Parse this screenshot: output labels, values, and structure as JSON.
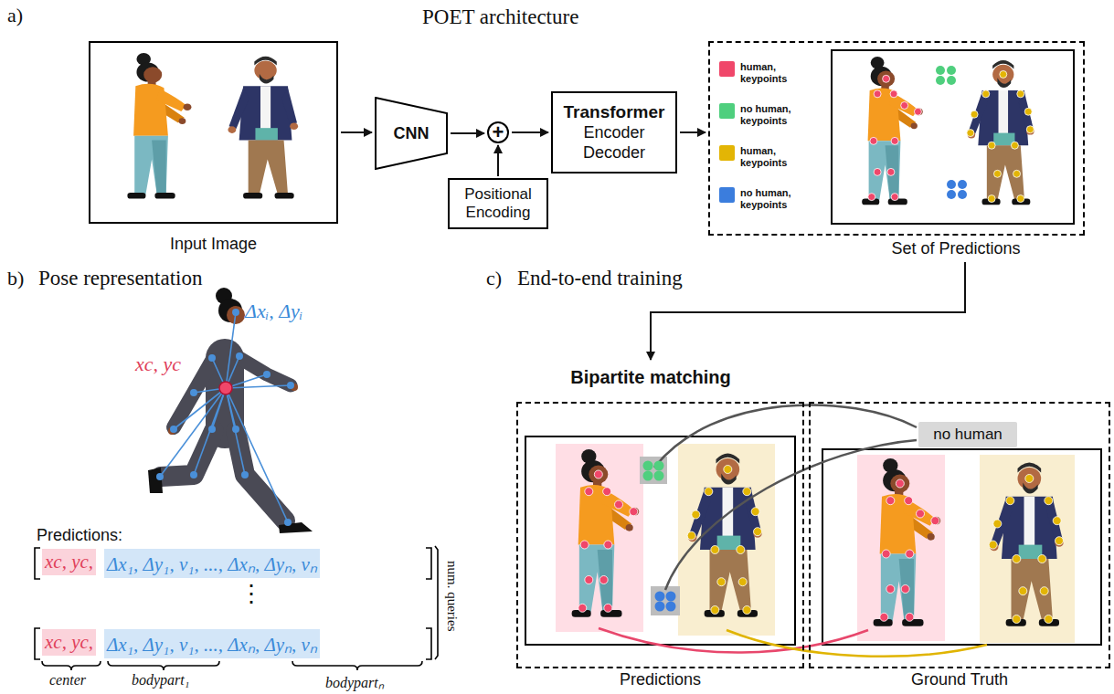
{
  "diagram": {
    "nodes": [
      {
        "text": [
          "Input Image"
        ]
      },
      {
        "text": [
          "CNN"
        ]
      },
      {
        "text": [
          "+"
        ]
      },
      {
        "text": [
          "Positional Encoding"
        ]
      },
      {
        "text": [
          "Transformer",
          "Encoder Decoder"
        ]
      },
      {
        "text": [
          "Set of Predictions"
        ]
      },
      {
        "text": [
          "Bipartite matching"
        ]
      },
      {
        "text": [
          "Predictions"
        ]
      },
      {
        "text": [
          "Ground Truth"
        ]
      },
      {
        "text": [
          "no human"
        ],
        "in": 8
      }
    ],
    "edges": [
      {
        "from": 0,
        "to": 1,
        "arrow": "to"
      },
      {
        "from": 1,
        "to": 2,
        "arrow": "to"
      },
      {
        "from": 3,
        "to": 2,
        "arrow": "to"
      },
      {
        "from": 2,
        "to": 4,
        "arrow": "to"
      },
      {
        "from": 4,
        "to": 5,
        "arrow": "to"
      },
      {
        "from": 5,
        "to": 6,
        "arrow": "to"
      }
    ],
    "labels": [
      "a)",
      "POET architecture",
      "b)",
      "Pose representation",
      "c)",
      "End-to-end training",
      "Δxᵢ, Δyᵢ",
      "xc, yc",
      "Predictions:",
      "xc, yc,",
      "Δx₁, Δy₁, v₁, ..., Δxₙ, Δyₙ, vₙ",
      "⋮",
      "xc, yc,",
      "Δx₁, Δy₁, v₁, ..., Δxₙ, Δyₙ, vₙ",
      "num. queries",
      "center",
      "bodypart₁",
      "bodypartₙ"
    ],
    "legend": [
      {
        "text": "human, keypoints",
        "color": "#f0476a"
      },
      {
        "text": "no human, keypoints",
        "color": "#4fcf7e"
      },
      {
        "text": "human, keypoints",
        "color": "#e3b505"
      },
      {
        "text": "no human, keypoints",
        "color": "#3b7ddd"
      }
    ]
  }
}
